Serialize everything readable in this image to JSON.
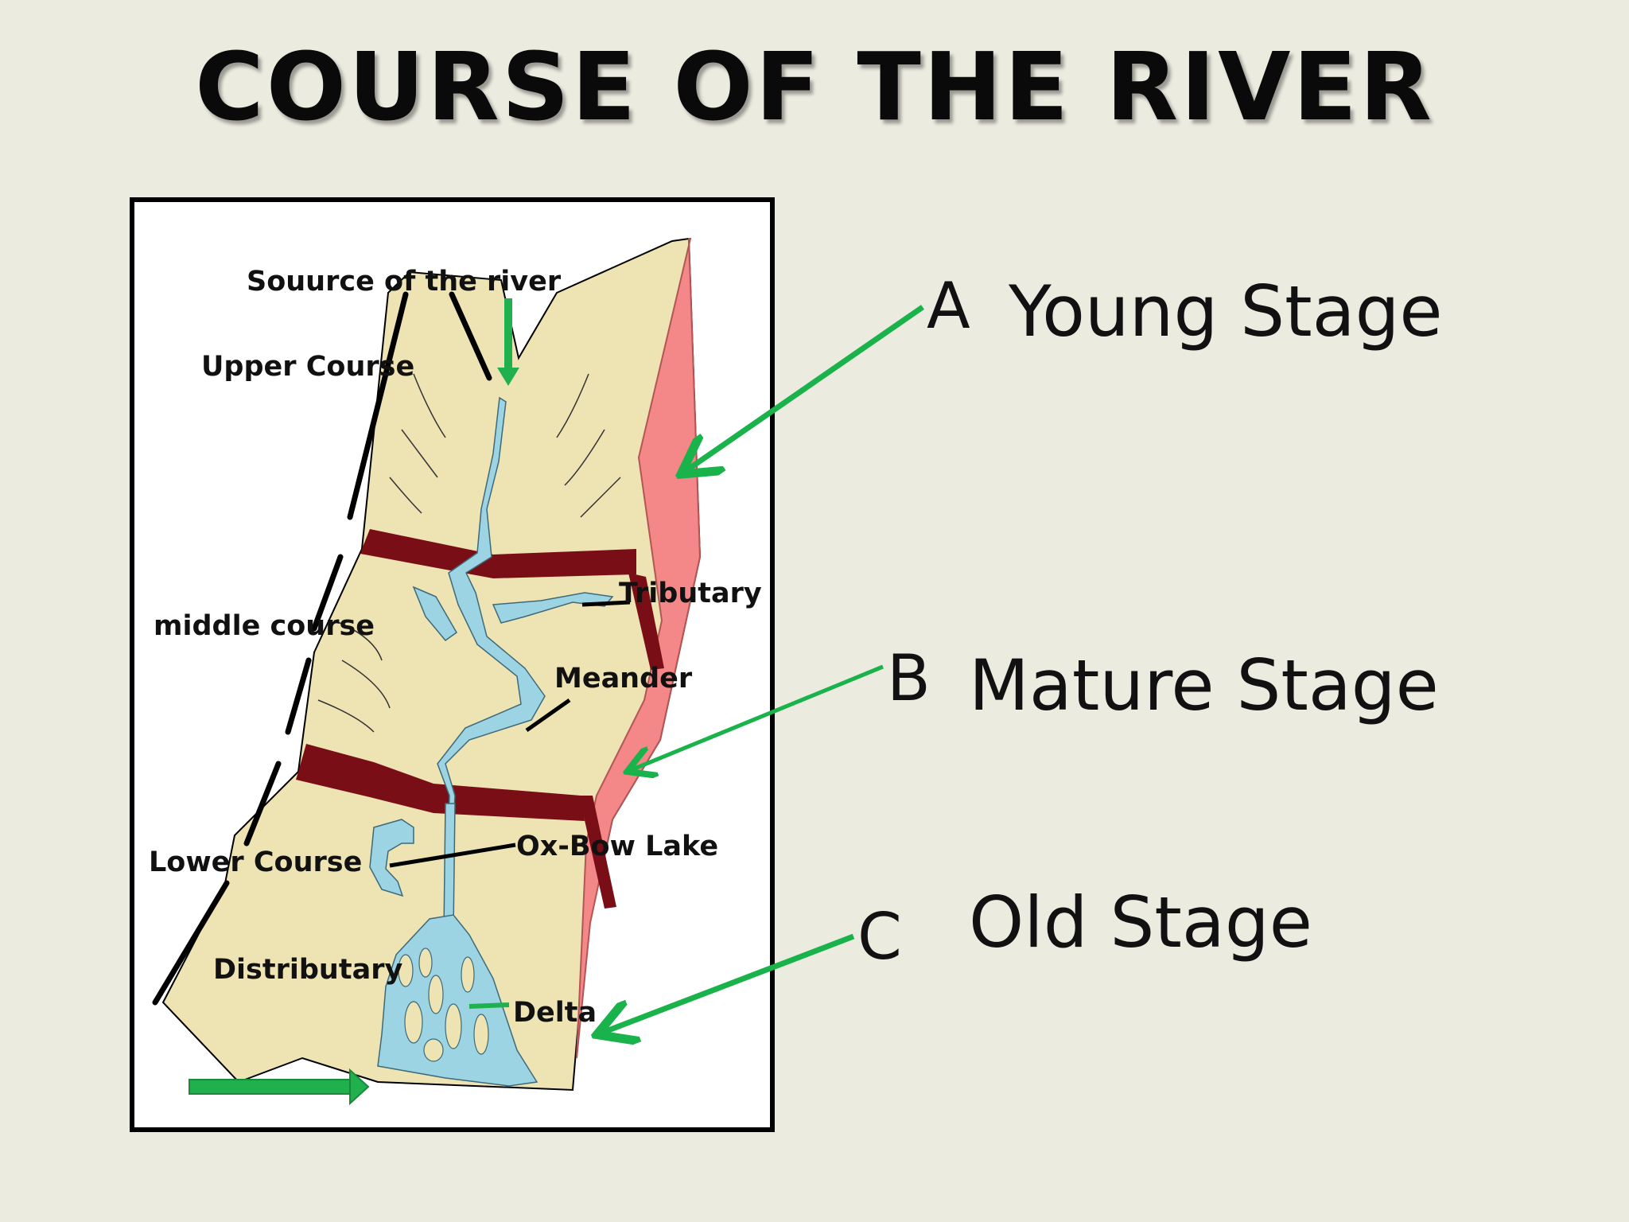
{
  "title": "COURSE OF THE RIVER",
  "diagram_labels": {
    "source": "Souurce of the river",
    "upper": "Upper Course",
    "middle": "middle course",
    "tributary": "Tributary",
    "meander": "Meander",
    "lower": "Lower Course",
    "oxbow": "Ox-Bow Lake",
    "distributary": "Distributary",
    "delta": "Delta"
  },
  "stages": [
    {
      "letter": "A",
      "name": "Young Stage"
    },
    {
      "letter": "B",
      "name": "Mature Stage"
    },
    {
      "letter": "C",
      "name": "Old Stage"
    }
  ],
  "colors": {
    "land": "#eee3b3",
    "river": "#9dd4e4",
    "boundary_band": "#7a0e16",
    "cross_section": "#f48787",
    "arrow": "#21b04e",
    "stage_arrow": "#19b24b"
  }
}
